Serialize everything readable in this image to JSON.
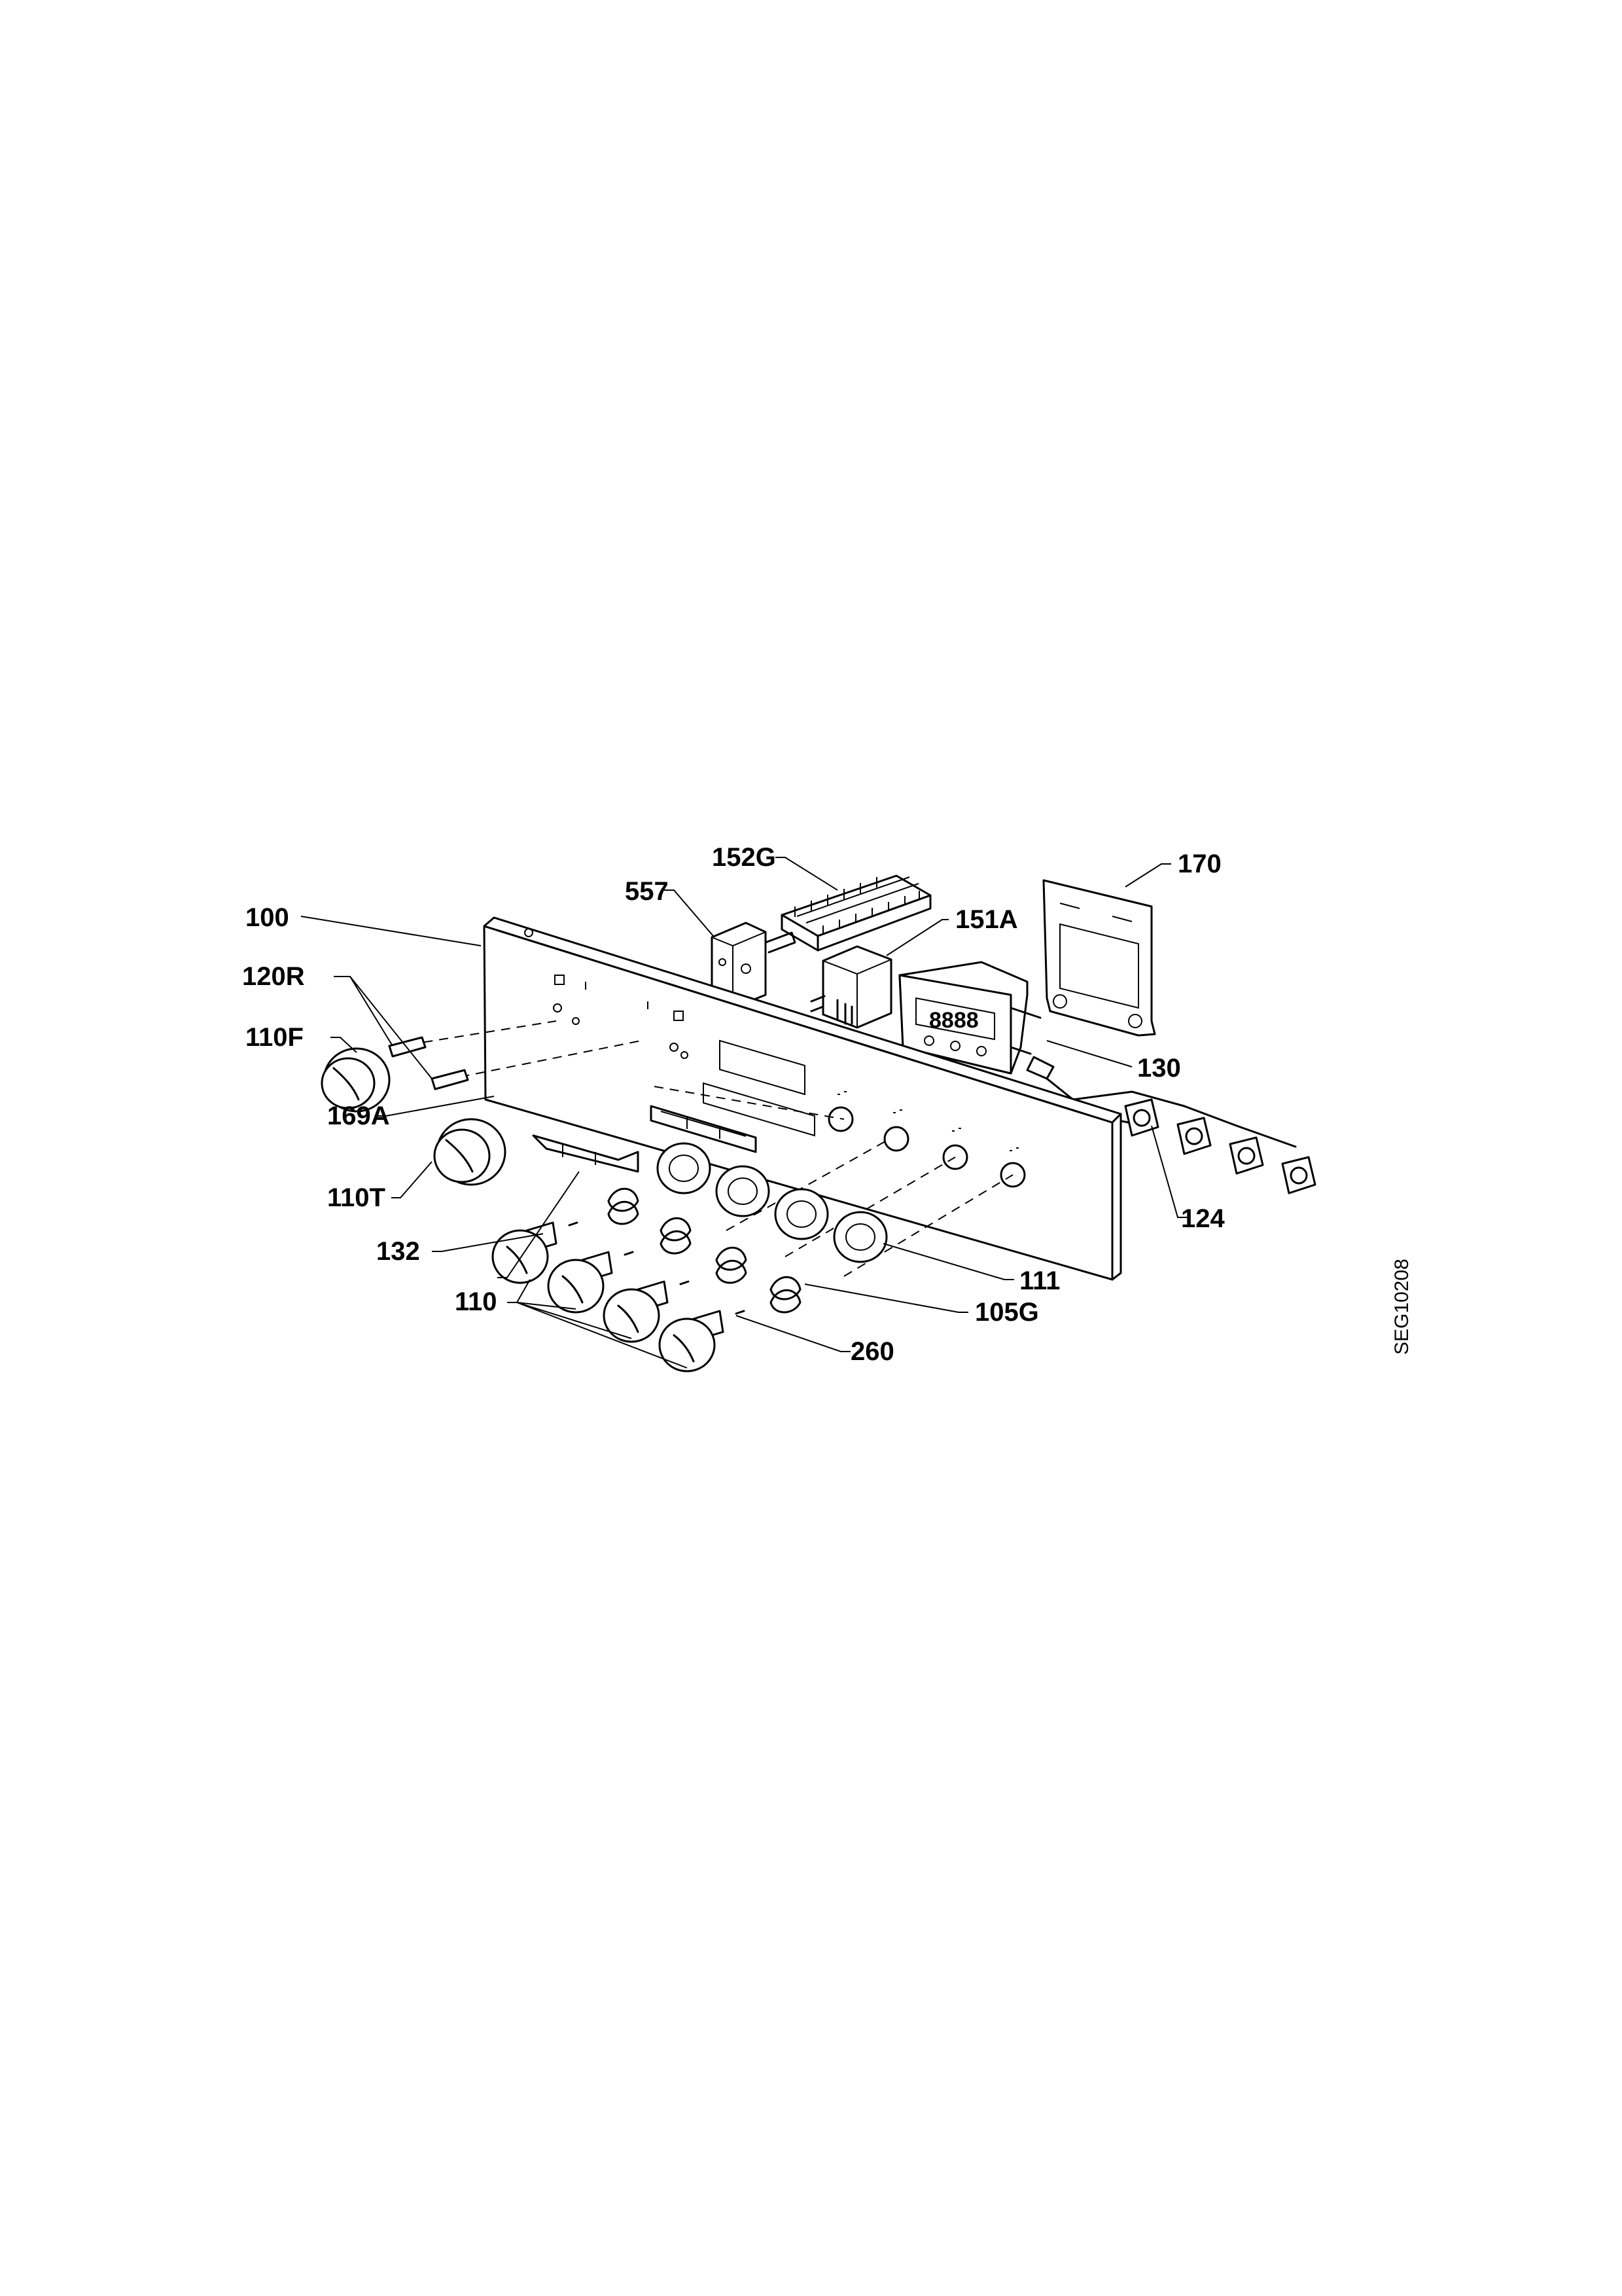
{
  "labels": {
    "l100": "100",
    "l120R": "120R",
    "l110F": "110F",
    "l557": "557",
    "l152G": "152G",
    "l151A": "151A",
    "l170": "170",
    "l130": "130",
    "l169A": "169A",
    "l110T": "110T",
    "l132": "132",
    "l124": "124",
    "l111": "111",
    "l105G": "105G",
    "l110": "110",
    "l260": "260"
  },
  "drawing_code": "SEG10208"
}
